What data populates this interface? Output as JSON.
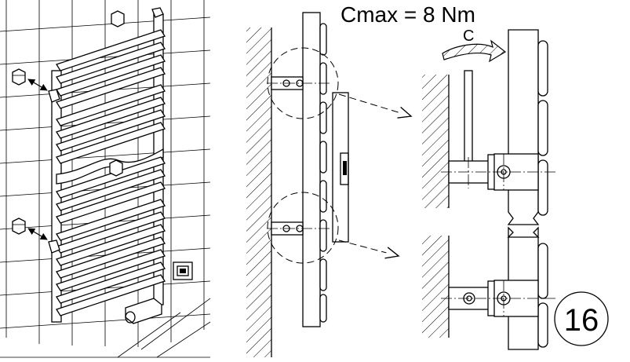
{
  "torque_label": "Cmax = 8 Nm",
  "rotation_label": "C",
  "step_number": "16",
  "colors": {
    "ink": "#000000",
    "paper": "#ffffff",
    "tile": "#2a2a2a"
  },
  "icons": [
    "towel-radiator",
    "wall-bracket",
    "hex-key",
    "rotation-arrow",
    "detail-callout",
    "wall-hatching",
    "thermostat-control"
  ]
}
